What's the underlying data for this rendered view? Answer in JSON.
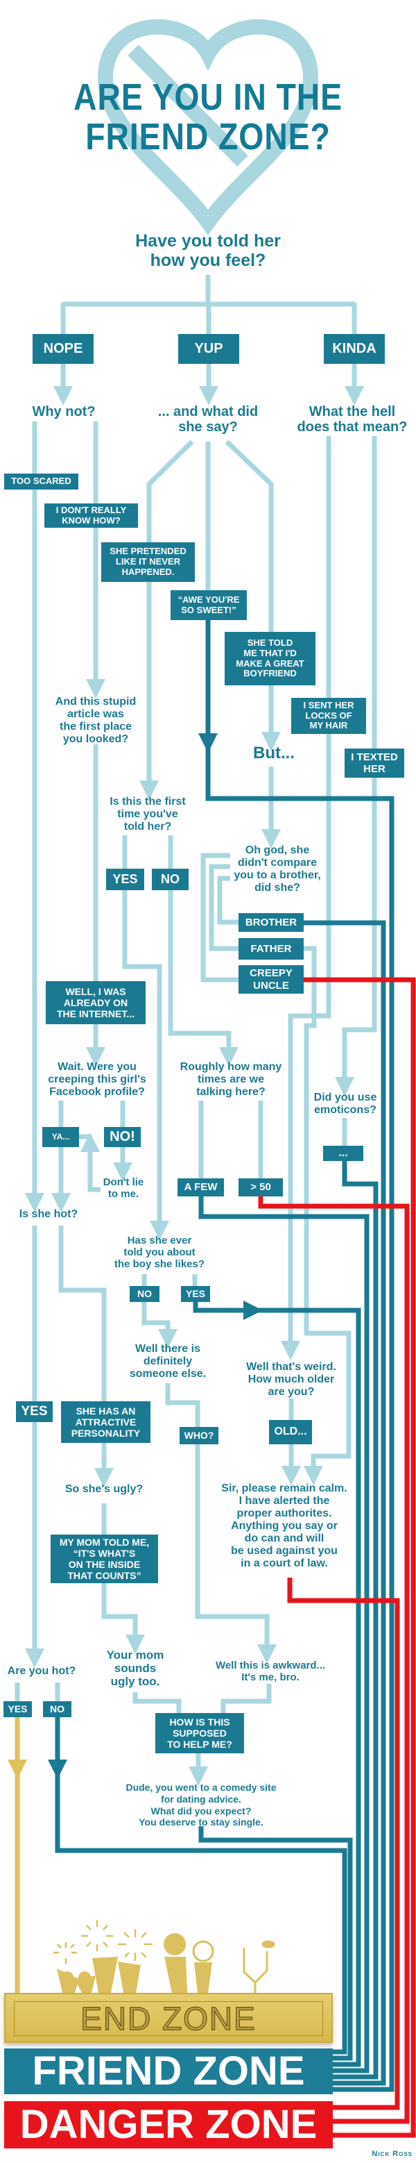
{
  "title": {
    "line1": "ARE YOU IN THE",
    "line2": "FRIEND ZONE?"
  },
  "colors": {
    "box": "#1b7a92",
    "line_light": "#a9d6df",
    "line_dark": "#1b7a92",
    "danger": "#e8141b",
    "end": "#e0c25a",
    "text": "#1d7a90"
  },
  "start_question": [
    "Have you told her",
    "how you feel?"
  ],
  "answers": {
    "nope": "NOPE",
    "yup": "YUP",
    "kinda": "KINDA"
  },
  "questions": {
    "why_not": [
      "Why not?"
    ],
    "what_did_she_say": [
      "... and what did",
      "she say?"
    ],
    "what_the_hell": [
      "What the hell",
      "does that mean?"
    ],
    "stupid_article": [
      "And this stupid",
      "article was",
      "the first place",
      "you looked?"
    ],
    "but": [
      "But..."
    ],
    "first_time": [
      "Is this the first",
      "time you've",
      "told her?"
    ],
    "oh_god": [
      "Oh god, she",
      "didn't compare",
      "you to a brother,",
      "did she?"
    ],
    "creeping": [
      "Wait. Were you",
      "creeping this girl's",
      "Facebook profile?"
    ],
    "how_many": [
      "Roughly how many",
      "times are we",
      "talking here?"
    ],
    "emoticons": [
      "Did you use",
      "emoticons?"
    ],
    "dont_lie": [
      "Don't lie",
      "to me."
    ],
    "is_she_hot": [
      "Is she hot?"
    ],
    "boy_she_likes": [
      "Has she ever",
      "told you about",
      "the boy she likes?"
    ],
    "someone_else": [
      "Well there is",
      "definitely",
      "someone else."
    ],
    "weird": [
      "Well that's weird.",
      "How much older",
      "are you?"
    ],
    "ugly": [
      "So she's ugly?"
    ],
    "calm": [
      "Sir, please remain calm.",
      "I have alerted the",
      "proper authorites.",
      "Anything you say or",
      "do can and will",
      "be used against you",
      "in a court of law."
    ],
    "are_you_hot": [
      "Are you hot?"
    ],
    "mom_ugly": [
      "Your mom",
      "sounds",
      "ugly too."
    ],
    "awkward": [
      "Well this is awkward...",
      "It's me, bro."
    ],
    "dude": [
      "Dude, you went to a comedy site",
      "for dating advice.",
      "What did you expect?",
      "You deserve to stay single."
    ]
  },
  "boxes": {
    "too_scared": [
      "TOO SCARED"
    ],
    "dont_know_how": [
      "I DON'T REALLY",
      "KNOW HOW?"
    ],
    "pretended": [
      "SHE PRETENDED",
      "LIKE IT NEVER",
      "HAPPENED."
    ],
    "so_sweet": [
      "“AWE YOU'RE",
      "SO SWEET!”"
    ],
    "great_boyfriend": [
      "SHE TOLD",
      "ME THAT I'D",
      "MAKE A GREAT",
      "BOYFRIEND"
    ],
    "locks_of_hair": [
      "I SENT HER",
      "LOCKS OF",
      "MY HAIR"
    ],
    "texted": [
      "I TEXTED",
      "HER"
    ],
    "yes1": [
      "YES"
    ],
    "no1": [
      "NO"
    ],
    "brother": [
      "BROTHER"
    ],
    "father": [
      "FATHER"
    ],
    "creepy_uncle": [
      "CREEPY",
      "UNCLE"
    ],
    "internet": [
      "WELL, I WAS",
      "ALREADY ON",
      "THE INTERNET..."
    ],
    "ya": [
      "YA..."
    ],
    "no_excl": [
      "NO!"
    ],
    "a_few": [
      "A FEW"
    ],
    "over_50": [
      "> 50"
    ],
    "dots": [
      "..."
    ],
    "no2": [
      "NO"
    ],
    "yes2": [
      "YES"
    ],
    "yes3": [
      "YES"
    ],
    "personality": [
      "SHE HAS AN",
      "ATTRACTIVE",
      "PERSONALITY"
    ],
    "who": [
      "WHO?"
    ],
    "old": [
      "OLD..."
    ],
    "mom_told": [
      "MY MOM TOLD ME,",
      "“IT'S WHAT'S",
      "ON THE INSIDE",
      "THAT COUNTS”"
    ],
    "yes4": [
      "YES"
    ],
    "no4": [
      "NO"
    ],
    "help_me": [
      "HOW IS THIS",
      "SUPPOSED",
      "TO HELP ME?"
    ]
  },
  "zones": {
    "end": "END ZONE",
    "friend": "FRIEND ZONE",
    "danger": "DANGER ZONE"
  },
  "credit": "Nick Ross"
}
